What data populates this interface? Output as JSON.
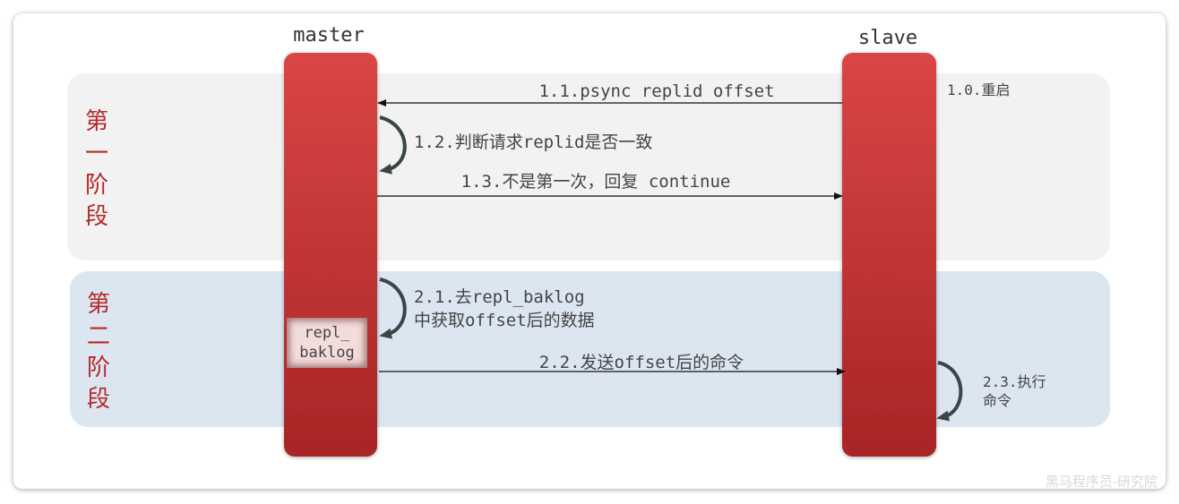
{
  "actors": {
    "master": "master",
    "slave": "slave"
  },
  "phases": [
    {
      "chars": [
        "第",
        "一",
        "阶",
        "段"
      ]
    },
    {
      "chars": [
        "第",
        "二",
        "阶",
        "段"
      ]
    }
  ],
  "buffer": {
    "line1": "repl_",
    "line2": "baklog"
  },
  "steps": {
    "s1_0": "1.0.重启",
    "s1_1": "1.1.psync replid offset",
    "s1_2": "1.2.判断请求replid是否一致",
    "s1_3": "1.3.不是第一次，回复 continue",
    "s2_1a": "2.1.去repl_baklog",
    "s2_1b": "中获取offset后的数据",
    "s2_2": "2.2.发送offset后的命令",
    "s2_3a": "2.3.执行",
    "s2_3b": "命令"
  },
  "watermark": "黑马程序员-研究院",
  "colors": {
    "actor_top": "#d94545",
    "actor_bottom": "#a82525",
    "phase1_bg": "#f2f2f2",
    "phase2_bg": "#dce6f1",
    "phase_text": "#b52a2a"
  }
}
